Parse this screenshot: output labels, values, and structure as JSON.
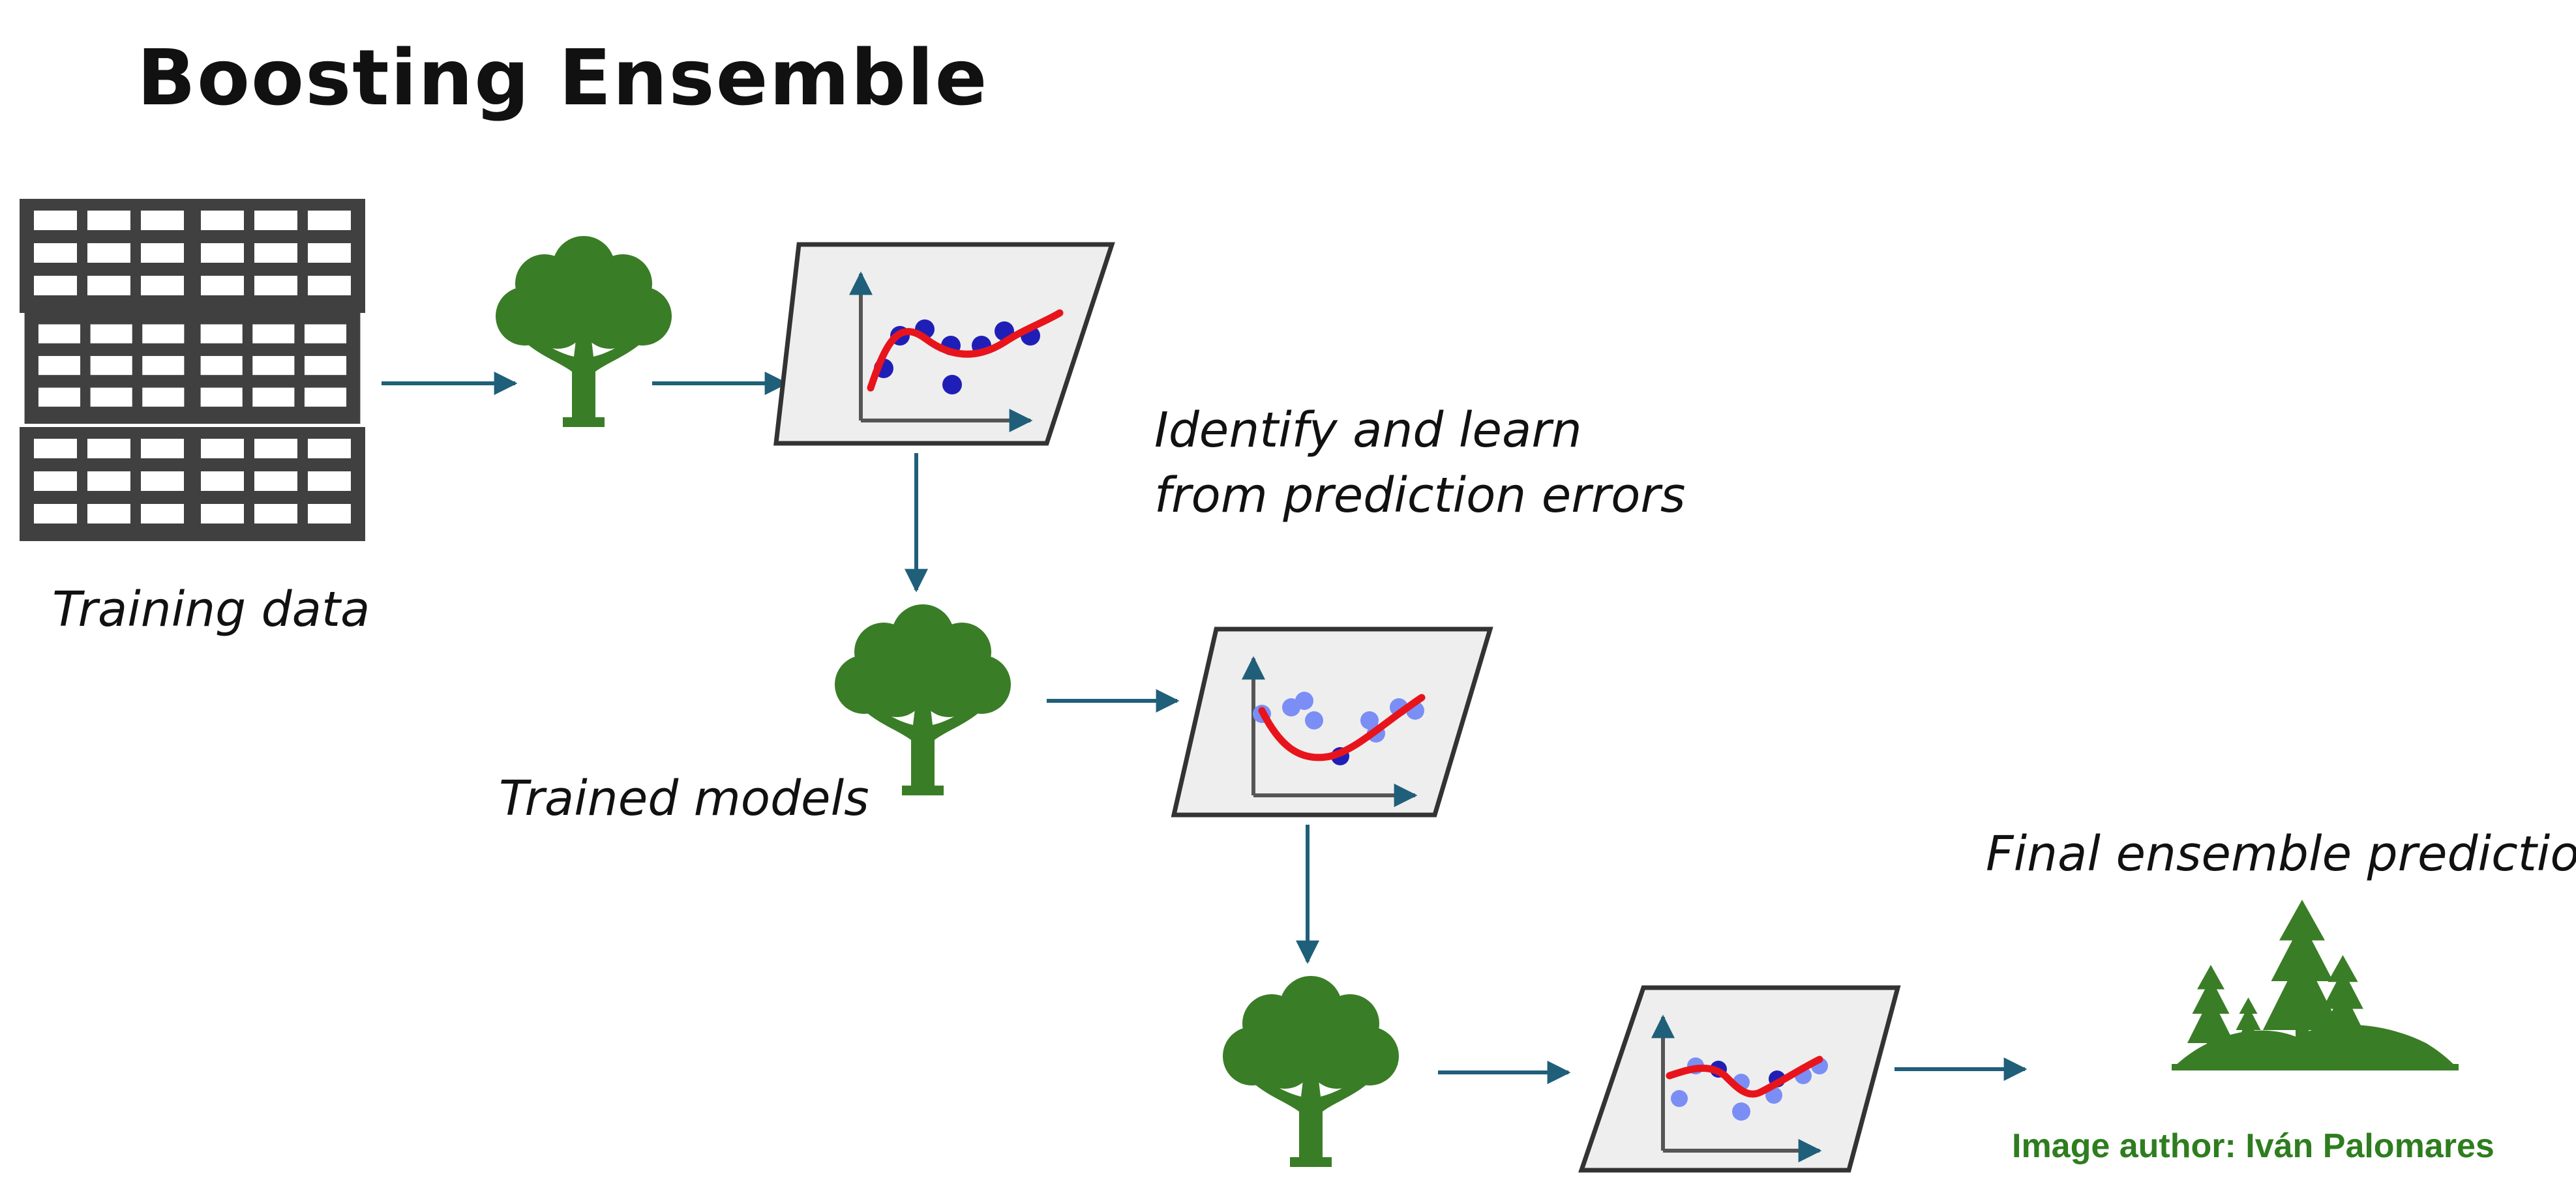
{
  "title": "Boosting Ensemble",
  "labels": {
    "training_data": "Training data",
    "identify_line1": "Identify and learn",
    "identify_line2": "from prediction errors",
    "trained_models": "Trained models",
    "final_prediction": "Final ensemble prediction"
  },
  "author": "Image author: Iván Palomares",
  "colors": {
    "tree": "#3a7d27",
    "arrow": "#1f5f7a",
    "grid": "#404040",
    "panel_fill": "#eeeeee",
    "panel_stroke": "#333333",
    "curve": "#e8141c",
    "point_dark": "#1f1fb8",
    "point_light": "#7a8ef5",
    "author_text": "#2e7d1f"
  },
  "icons": {
    "training_table": "table-grid-icon",
    "tree": "deciduous-tree-icon",
    "forest": "pine-forest-icon",
    "fit_panel": "scatter-fit-plot-icon"
  }
}
